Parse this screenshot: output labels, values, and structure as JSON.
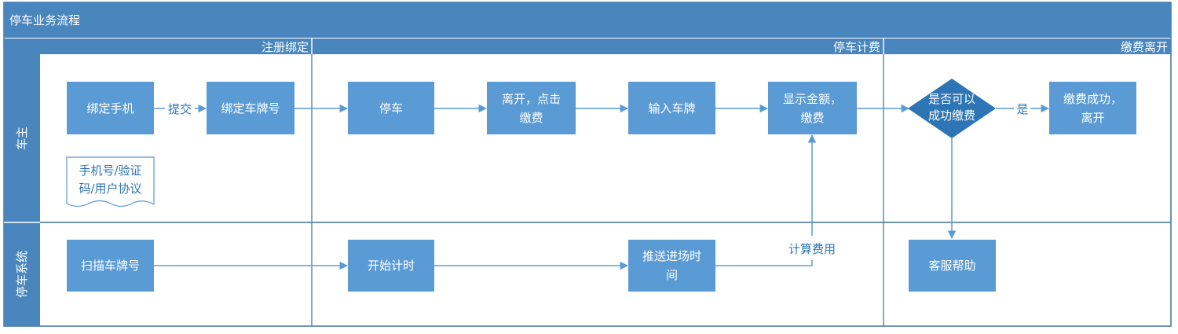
{
  "title": "停车业务流程",
  "phases": [
    "注册绑定",
    "停车计费",
    "缴费离开"
  ],
  "lanes": [
    "车主",
    "停车系统"
  ],
  "nodes": {
    "bind_phone": [
      "绑定手机"
    ],
    "bind_plate": [
      "绑定车牌号"
    ],
    "park": [
      "停车"
    ],
    "leave_pay": [
      "离开，点击",
      "缴费"
    ],
    "input_plate": [
      "输入车牌"
    ],
    "show_amount": [
      "显示金额，",
      "缴费"
    ],
    "can_pay": [
      "是否可以",
      "成功缴费"
    ],
    "pay_success": [
      "缴费成功，",
      "离开"
    ],
    "doc_info": [
      "手机号/验证",
      "码/用户协议"
    ],
    "scan_plate": [
      "扫描车牌号"
    ],
    "start_timing": [
      "开始计时"
    ],
    "push_time": [
      "推送进场时",
      "间"
    ],
    "customer_service": [
      "客服帮助"
    ]
  },
  "edge_labels": {
    "submit": "提交",
    "yes": "是",
    "calc_fee": "计算费用"
  },
  "colors": {
    "header": "#4A86BE",
    "box": "#5B9BD5",
    "decision": "#2E75B6",
    "line": "#5B9BD5",
    "lane_line": "#41719C"
  }
}
